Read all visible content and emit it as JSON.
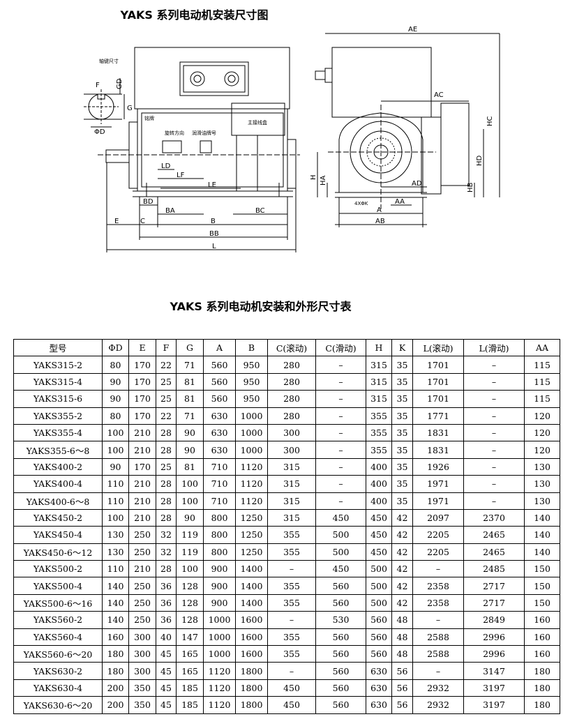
{
  "drawing_title": "YAKS 系列电动机安装尺寸图",
  "table_title": "YAKS 系列电动机安装和外形尺寸表",
  "drawing_labels": {
    "shaft_key": "轴键尺寸",
    "F": "F",
    "GD": "GD",
    "G": "G",
    "phiD": "ΦD",
    "nameplate1": "铭牌",
    "nameplate2": "旋转方向",
    "nameplate3": "润滑油牌号",
    "terminal": "主接线盒",
    "LD": "LD",
    "LF": "LF",
    "LE": "LE",
    "BD": "BD",
    "BA": "BA",
    "BC": "BC",
    "E": "E",
    "C": "C",
    "B": "B",
    "BB": "BB",
    "L": "L",
    "AE": "AE",
    "AC": "AC",
    "HC": "HC",
    "HD": "HD",
    "HB": "HB",
    "H": "H",
    "HA": "HA",
    "AD": "AD",
    "AA": "AA",
    "A": "A",
    "AB": "AB",
    "K": "4XΦK"
  },
  "table": {
    "headers": [
      "型号",
      "ΦD",
      "E",
      "F",
      "G",
      "A",
      "B",
      "C(滚动)",
      "C(滑动)",
      "H",
      "K",
      "L(滚动)",
      "L(滑动)",
      "AA"
    ],
    "rows": [
      [
        "YAKS315-2",
        "80",
        "170",
        "22",
        "71",
        "560",
        "950",
        "280",
        "–",
        "315",
        "35",
        "1701",
        "–",
        "115"
      ],
      [
        "YAKS315-4",
        "90",
        "170",
        "25",
        "81",
        "560",
        "950",
        "280",
        "–",
        "315",
        "35",
        "1701",
        "–",
        "115"
      ],
      [
        "YAKS315-6",
        "90",
        "170",
        "25",
        "81",
        "560",
        "950",
        "280",
        "–",
        "315",
        "35",
        "1701",
        "–",
        "115"
      ],
      [
        "YAKS355-2",
        "80",
        "170",
        "22",
        "71",
        "630",
        "1000",
        "280",
        "–",
        "355",
        "35",
        "1771",
        "–",
        "120"
      ],
      [
        "YAKS355-4",
        "100",
        "210",
        "28",
        "90",
        "630",
        "1000",
        "300",
        "–",
        "355",
        "35",
        "1831",
        "–",
        "120"
      ],
      [
        "YAKS355-6～8",
        "100",
        "210",
        "28",
        "90",
        "630",
        "1000",
        "300",
        "–",
        "355",
        "35",
        "1831",
        "–",
        "120"
      ],
      [
        "YAKS400-2",
        "90",
        "170",
        "25",
        "81",
        "710",
        "1120",
        "315",
        "–",
        "400",
        "35",
        "1926",
        "–",
        "130"
      ],
      [
        "YAKS400-4",
        "110",
        "210",
        "28",
        "100",
        "710",
        "1120",
        "315",
        "–",
        "400",
        "35",
        "1971",
        "–",
        "130"
      ],
      [
        "YAKS400-6～8",
        "110",
        "210",
        "28",
        "100",
        "710",
        "1120",
        "315",
        "–",
        "400",
        "35",
        "1971",
        "–",
        "130"
      ],
      [
        "YAKS450-2",
        "100",
        "210",
        "28",
        "90",
        "800",
        "1250",
        "315",
        "450",
        "450",
        "42",
        "2097",
        "2370",
        "140"
      ],
      [
        "YAKS450-4",
        "130",
        "250",
        "32",
        "119",
        "800",
        "1250",
        "355",
        "500",
        "450",
        "42",
        "2205",
        "2465",
        "140"
      ],
      [
        "YAKS450-6～12",
        "130",
        "250",
        "32",
        "119",
        "800",
        "1250",
        "355",
        "500",
        "450",
        "42",
        "2205",
        "2465",
        "140"
      ],
      [
        "YAKS500-2",
        "110",
        "210",
        "28",
        "100",
        "900",
        "1400",
        "–",
        "450",
        "500",
        "42",
        "–",
        "2485",
        "150"
      ],
      [
        "YAKS500-4",
        "140",
        "250",
        "36",
        "128",
        "900",
        "1400",
        "355",
        "560",
        "500",
        "42",
        "2358",
        "2717",
        "150"
      ],
      [
        "YAKS500-6～16",
        "140",
        "250",
        "36",
        "128",
        "900",
        "1400",
        "355",
        "560",
        "500",
        "42",
        "2358",
        "2717",
        "150"
      ],
      [
        "YAKS560-2",
        "140",
        "250",
        "36",
        "128",
        "1000",
        "1600",
        "–",
        "530",
        "560",
        "48",
        "–",
        "2849",
        "160"
      ],
      [
        "YAKS560-4",
        "160",
        "300",
        "40",
        "147",
        "1000",
        "1600",
        "355",
        "560",
        "560",
        "48",
        "2588",
        "2996",
        "160"
      ],
      [
        "YAKS560-6～20",
        "180",
        "300",
        "45",
        "165",
        "1000",
        "1600",
        "355",
        "560",
        "560",
        "48",
        "2588",
        "2996",
        "160"
      ],
      [
        "YAKS630-2",
        "180",
        "300",
        "45",
        "165",
        "1120",
        "1800",
        "–",
        "560",
        "630",
        "56",
        "–",
        "3147",
        "180"
      ],
      [
        "YAKS630-4",
        "200",
        "350",
        "45",
        "185",
        "1120",
        "1800",
        "450",
        "560",
        "630",
        "56",
        "2932",
        "3197",
        "180"
      ],
      [
        "YAKS630-6～20",
        "200",
        "350",
        "45",
        "185",
        "1120",
        "1800",
        "450",
        "560",
        "630",
        "56",
        "2932",
        "3197",
        "180"
      ]
    ]
  }
}
